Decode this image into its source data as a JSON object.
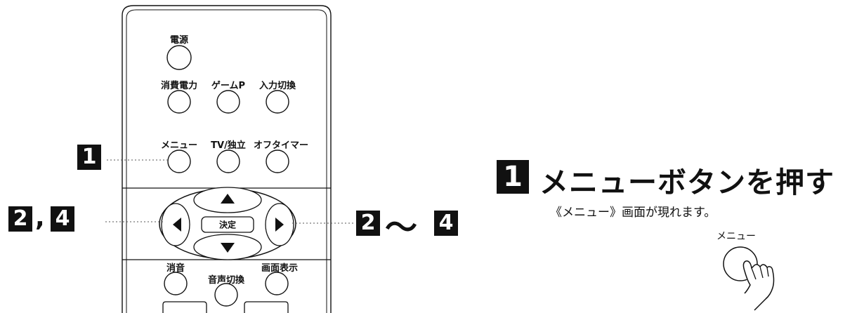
{
  "remote": {
    "power": "電源",
    "row1": [
      "消費電力",
      "ゲームP",
      "入力切換"
    ],
    "row2": [
      "メニュー",
      "TV/独立",
      "オフタイマー"
    ],
    "center": "決定",
    "row3": [
      "消音",
      "音声切換",
      "画面表示"
    ]
  },
  "callouts": {
    "left_top": "1",
    "left_mid_a": "2",
    "left_mid_sep": ",",
    "left_mid_b": "4",
    "right_a": "2",
    "right_sep": "〜",
    "right_b": "4"
  },
  "instruction": {
    "step": "1",
    "heading": "メニューボタンを押す",
    "subtext": "《メニュー》画面が現れます。",
    "button_label": "メニュー"
  }
}
